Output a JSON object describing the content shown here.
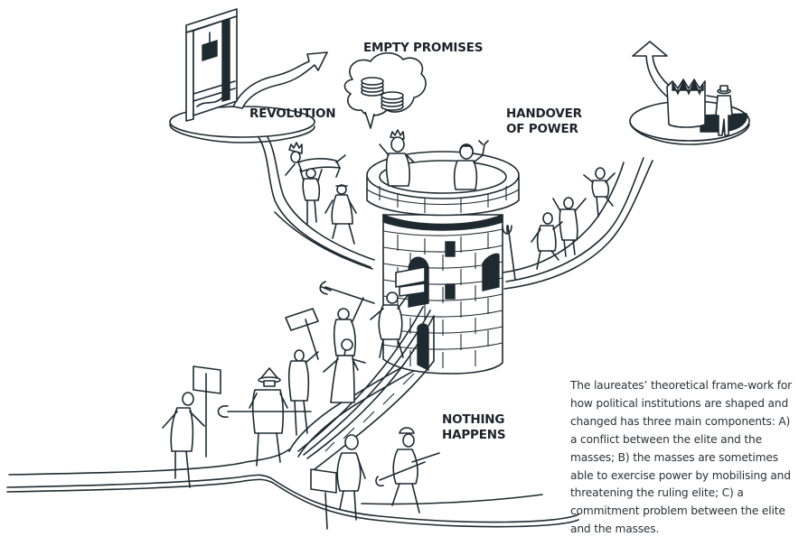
{
  "figure": {
    "title": "Illustration of political transition paths",
    "labels": {
      "empty_promises": "EMPTY PROMISES",
      "revolution": "REVOLUTION",
      "handover_of_power": "HANDOVER\nOF POWER",
      "nothing_happens": "NOTHING\nHAPPENS"
    },
    "scenes": [
      {
        "id": "revolution",
        "symbol": "guillotine-icon",
        "outcome": "arrow onward"
      },
      {
        "id": "empty-promises",
        "symbol": "coin-stack-icon",
        "speaker": "crowned ruler in tower"
      },
      {
        "id": "handover-of-power",
        "symbol": "crown-icon",
        "outcome": "arrow onward"
      },
      {
        "id": "nothing-happens",
        "symbol": "path back to start"
      }
    ],
    "caption": "The laureates’ theoretical frame-work for how political institutions are shaped and changed has three main components: A) a conflict between the elite and the masses; B) the masses are sometimes able to exercise power by mobilising and threatening the ruling elite; C) a commitment problem between the elite and the masses."
  }
}
